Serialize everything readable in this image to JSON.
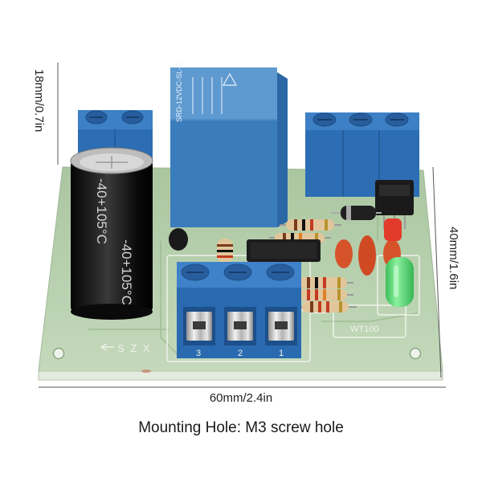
{
  "dimensions": {
    "height": "18mm/0.7in",
    "depth": "40mm/1.6in",
    "width": "60mm/2.4in"
  },
  "caption": "Mounting Hole: M3 screw hole",
  "markings": {
    "capacitor_rating_top": "-40+105°C",
    "capacitor_rating_bottom": "-40+105°C",
    "relay_model": "SRD-12VDC-SL-C",
    "board_label": "WT100",
    "axis_letters": "S Z X",
    "terminal_numbers": [
      "3",
      "2",
      "1"
    ]
  },
  "colors": {
    "background": "#ffffff",
    "pcb": "#bcd3b2",
    "terminal_blue": "#2d6db3",
    "relay_blue": "#3b7cbd",
    "capacitor": "#111111",
    "led_green": "#54d46f",
    "led_red": "#e23a2b",
    "ceramic_capacitor": "#d6532a"
  }
}
